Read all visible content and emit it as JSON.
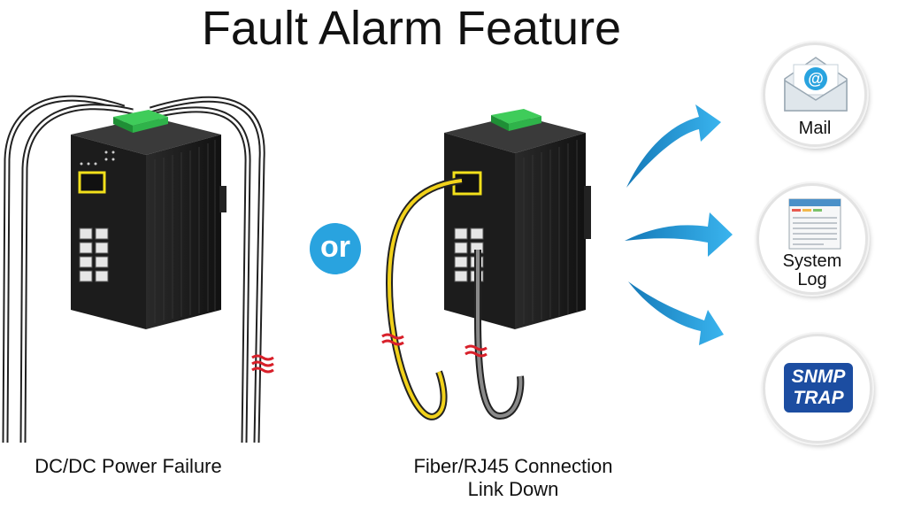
{
  "title": "Fault Alarm Feature",
  "left_caption": "DC/DC Power Failure",
  "middle_caption": [
    "Fiber/RJ45 Connection",
    "Link Down"
  ],
  "or_label": "or",
  "notifications": [
    {
      "icon": "mail-envelope-icon",
      "label": "Mail"
    },
    {
      "icon": "system-log-window-icon",
      "label": [
        "System",
        "Log"
      ]
    },
    {
      "icon": "snmp-trap-badge-icon",
      "label": [
        "SNMP",
        "TRAP"
      ]
    }
  ],
  "colors": {
    "accent_blue": "#29a3df",
    "snmp_blue": "#1c4da1",
    "fiber_yellow": "#f2d21b",
    "break_red": "#d8202a",
    "terminal_green": "#2fb34a"
  }
}
